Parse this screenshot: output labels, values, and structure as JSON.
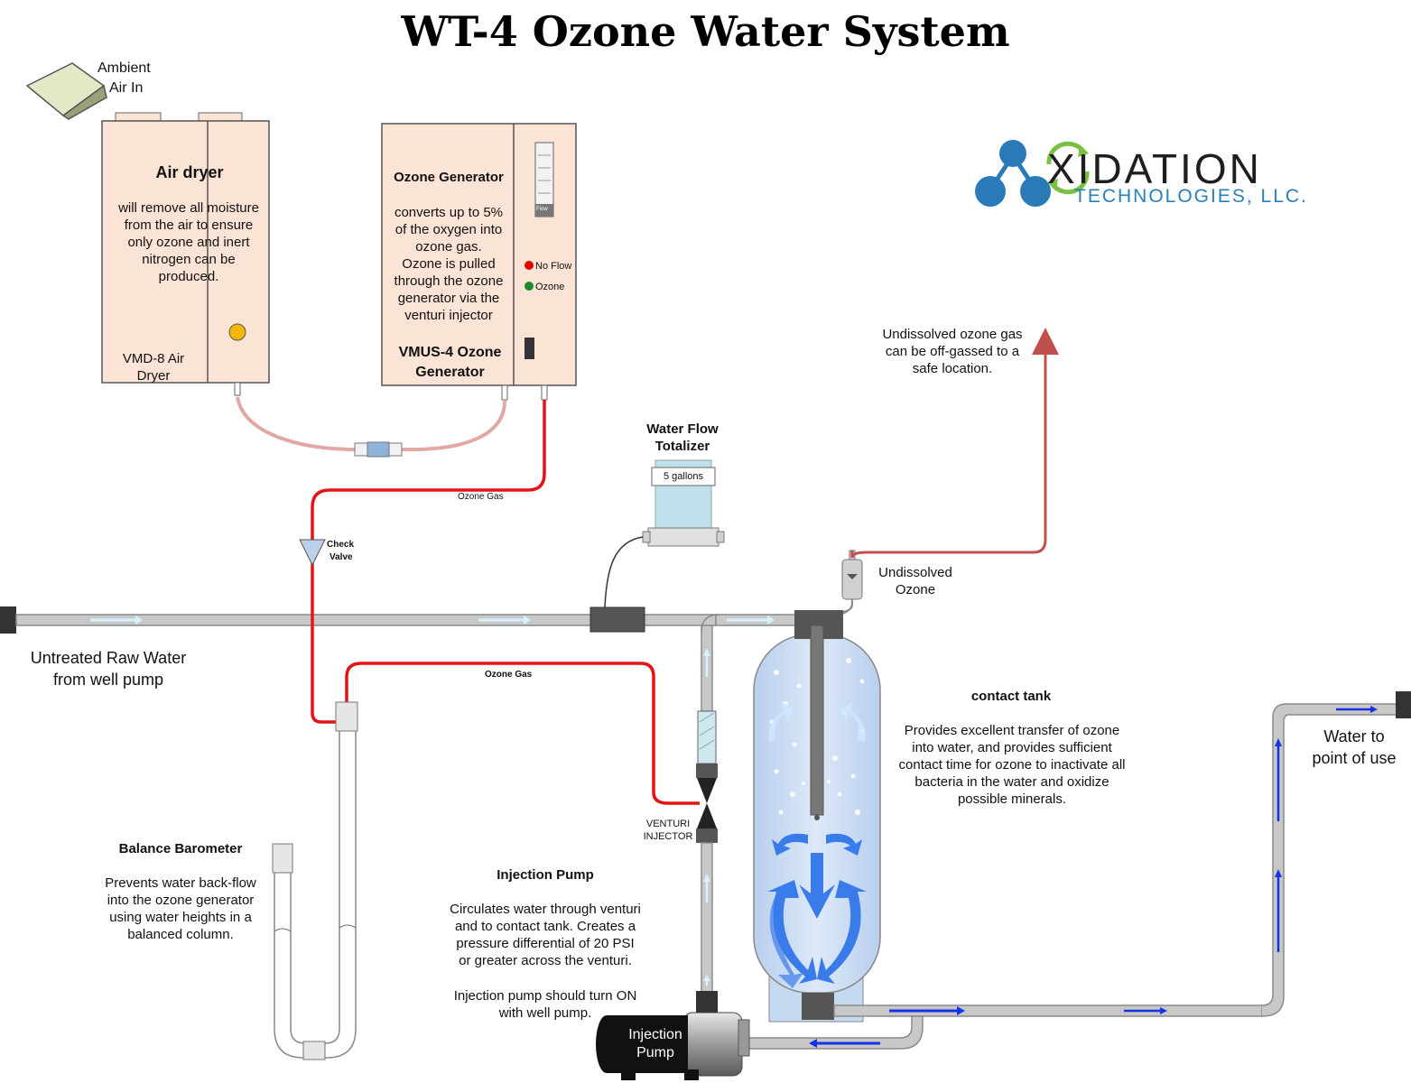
{
  "title": "WT-4 Ozone Water System",
  "logo": {
    "name_rest": "XIDATION",
    "subtitle": "TECHNOLOGIES, LLC.",
    "colors": {
      "circles": "#2b7ab8",
      "arrows": "#7ac143"
    }
  },
  "air_in": {
    "label_line1": "Ambient",
    "label_line2": "Air In"
  },
  "air_dryer": {
    "heading": "Air dryer",
    "description": "will remove all moisture from the air to ensure only ozone and inert nitrogen can be produced.",
    "model_line1": "VMD-8 Air",
    "model_line2": "Dryer"
  },
  "ozone_generator": {
    "heading": "Ozone Generator",
    "description_line1": "converts up to 5%",
    "description_line2": "of the oxygen into",
    "description_line3": "ozone gas.",
    "description_line4": "Ozone is pulled",
    "description_line5": "through the ozone",
    "description_line6": "generator via the",
    "description_line7": "venturi injector",
    "model_line1": "VMUS-4 Ozone",
    "model_line2": "Generator",
    "flowmeter_label": "Flow",
    "indicator_no_flow": "No Flow",
    "indicator_ozone": "Ozone",
    "indicator_colors": {
      "no_flow": "#e00000",
      "ozone": "#1a8a2a"
    }
  },
  "labels": {
    "ozone_gas_upper": "Ozone Gas",
    "ozone_gas_lower": "Ozone Gas",
    "check_valve_line1": "Check",
    "check_valve_line2": "Valve",
    "totalizer_line1": "Water Flow",
    "totalizer_line2": "Totalizer",
    "totalizer_reading": "5 gallons",
    "raw_water_line1": "Untreated Raw Water",
    "raw_water_line2": "from well pump",
    "offgas_line1": "Undissolved ozone gas",
    "offgas_line2": "can be off-gassed to a",
    "offgas_line3": "safe location.",
    "undissolved_line1": "Undissolved",
    "undissolved_line2": "Ozone",
    "venturi_line1": "VENTURI",
    "venturi_line2": "INJECTOR",
    "water_out_line1": "Water to",
    "water_out_line2": "point of use"
  },
  "contact_tank": {
    "heading": "contact tank",
    "description_line1": "Provides excellent transfer of ozone",
    "description_line2": "into water, and provides sufficient",
    "description_line3": "contact time for ozone to inactivate all",
    "description_line4": "bacteria in the water and oxidize",
    "description_line5": "possible minerals."
  },
  "balance_barometer": {
    "heading": "Balance Barometer",
    "description_line1": "Prevents water back-flow",
    "description_line2": "into the ozone generator",
    "description_line3": "using water heights in a",
    "description_line4": "balanced column."
  },
  "injection_pump": {
    "heading": "Injection Pump",
    "description_line1": "Circulates water through venturi",
    "description_line2": "and to contact tank.  Creates a",
    "description_line3": "pressure differential of 20 PSI",
    "description_line4": "or greater across the venturi.",
    "description_line5": "Injection pump should turn ON",
    "description_line6": "with well pump.",
    "pump_label_line1": "Injection",
    "pump_label_line2": "Pump"
  },
  "colors": {
    "ozone_line": "#e41414",
    "offgas_line": "#c0504d",
    "air_line": "#e2a9a4",
    "pipe": "#c8c8c8",
    "pipe_edge": "#8a8a8a",
    "unit_fill": "#fbe3d6",
    "tank_fill": "#c5d9f1",
    "flow_arrow_raw": "#d6f3ff",
    "flow_arrow_treated": "#1432e6",
    "swirl_arrow": "#3a7bea"
  }
}
